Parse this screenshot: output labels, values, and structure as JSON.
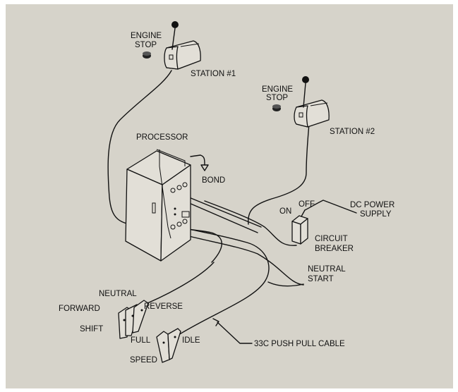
{
  "labels": {
    "engine_stop_1_line1": "ENGINE",
    "engine_stop_1_line2": "STOP",
    "station_1": "STATION #1",
    "engine_stop_2_line1": "ENGINE",
    "engine_stop_2_line2": "STOP",
    "station_2": "STATION #2",
    "processor": "PROCESSOR",
    "bond": "BOND",
    "on": "ON",
    "off": "OFF",
    "dc_power_line1": "DC POWER",
    "dc_power_line2": "SUPPLY",
    "circuit_line1": "CIRCUIT",
    "circuit_line2": "BREAKER",
    "neutral_start_line1": "NEUTRAL",
    "neutral_start_line2": "START",
    "neutral": "NEUTRAL",
    "forward": "FORWARD",
    "reverse": "REVERSE",
    "shift": "SHIFT",
    "full": "FULL",
    "idle": "IDLE",
    "speed": "SPEED",
    "cable": "33C PUSH PULL CABLE"
  }
}
